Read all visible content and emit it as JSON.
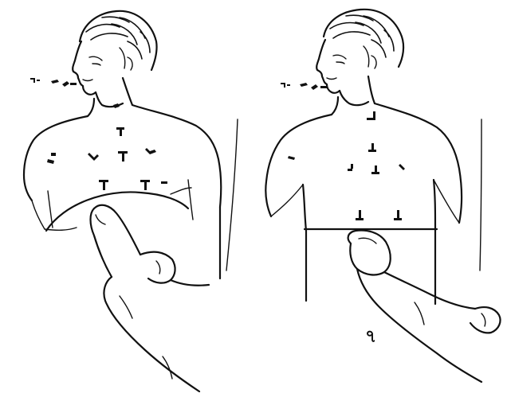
{
  "figure": {
    "panels": [
      {
        "id": "left",
        "description_type": "chest-figure-with-hand-curved-line"
      },
      {
        "id": "right",
        "description_type": "chest-figure-with-hand-straight-line"
      }
    ],
    "caption_right": "৭",
    "colors": {
      "ink": "#111111",
      "paper": "#ffffff"
    }
  }
}
